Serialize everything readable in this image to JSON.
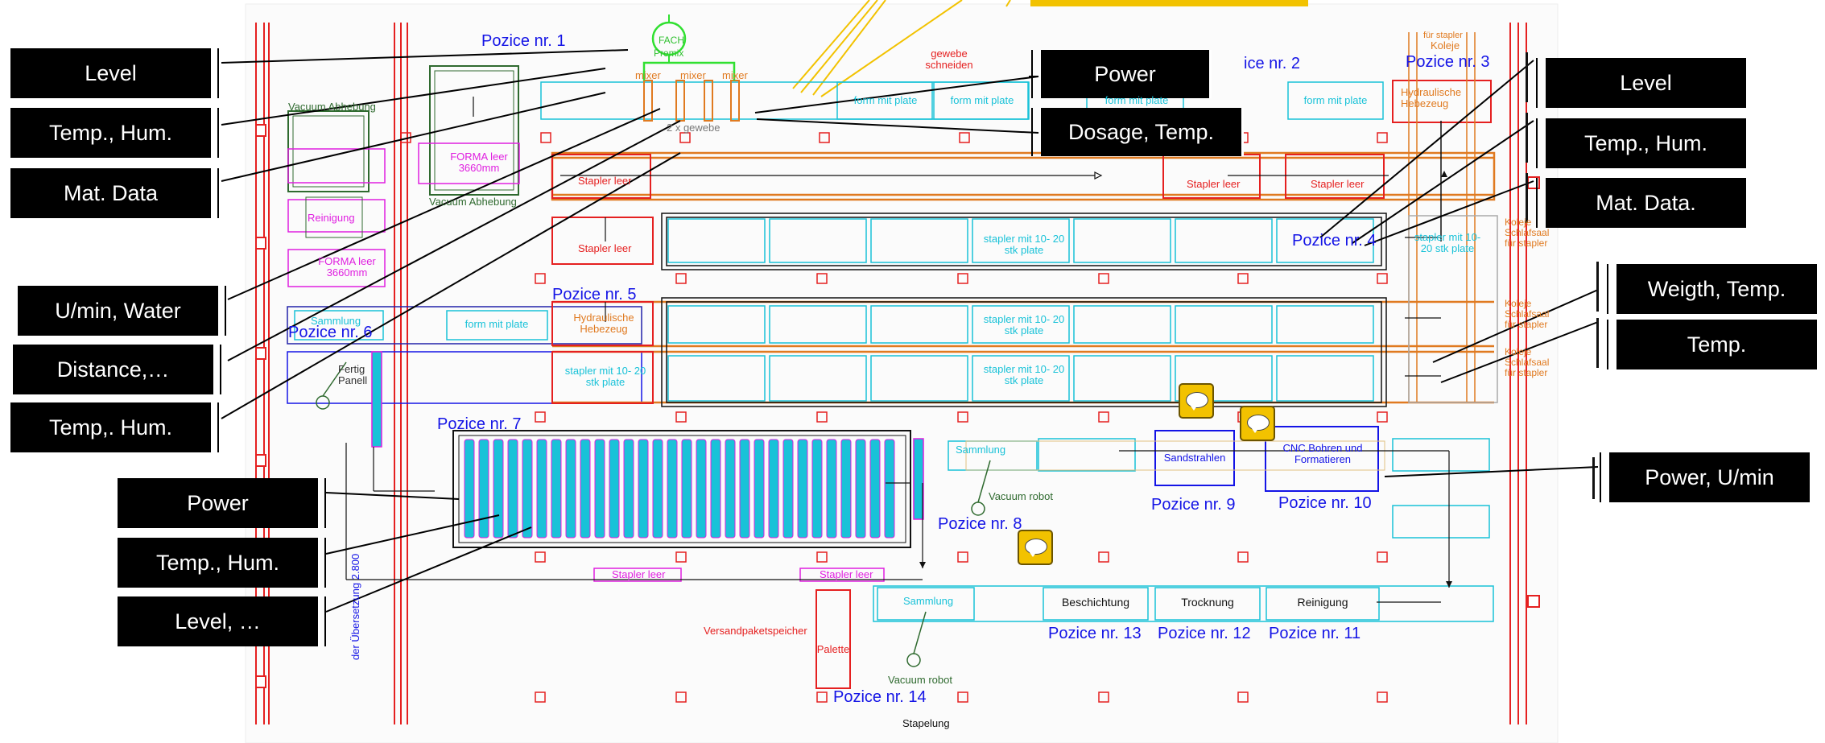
{
  "labels": {
    "left": [
      "Level",
      "Temp., Hum.",
      "Mat. Data",
      "U/min, Water",
      "Distance,…",
      "Temp,. Hum.",
      "Power",
      "Temp., Hum.",
      "Level, …"
    ],
    "center": [
      "Power",
      "Dosage, Temp."
    ],
    "right": [
      "Level",
      "Temp., Hum.",
      "Mat. Data.",
      "Weigth, Temp.",
      "Temp.",
      "Power, U/min"
    ]
  },
  "positions": {
    "p1": "Pozice nr. 1",
    "p2": "ice nr. 2",
    "p3": "Pozice nr. 3",
    "p4": "Pozice nr. 4",
    "p5": "Pozice nr. 5",
    "p6": "Pozice nr. 6",
    "p7": "Pozice nr. 7",
    "p8": "Pozice nr. 8",
    "p9": "Pozice nr. 9",
    "p10": "Pozice nr. 10",
    "p11": "Pozice nr. 11",
    "p12": "Pozice nr. 12",
    "p13": "Pozice nr. 13",
    "p14": "Pozice nr. 14"
  },
  "plan": {
    "fach": "FACH",
    "premix": "Premix",
    "mixer": "mixer",
    "gewebe_schneiden": "gewebe schneiden",
    "two_gewebe": "2 x gewebe",
    "form_mit_plate": "form mit plate",
    "form_mit_plate_partial": "form mit plate",
    "hydraulische_hebezeug": "Hydraulische Hebezeug",
    "fur_stapler": "für stapler",
    "koleje": "Koleje",
    "koleje_schlafsaal": "Koleje Schlafsaal für stapler",
    "vacuum_abhebung": "Vacuum Abhebung",
    "forma_leer": "FORMA leer 3660mm",
    "reinigung": "Reinigung",
    "sammlung": "Sammlung",
    "stapler_leer": "Stapler leer",
    "stapler_mit": "stapler mit 10- 20 stk plate",
    "fertig_panell": "Fertig Panell",
    "vacuum_robot": "Vacuum robot",
    "sandstrahlen": "Sandstrahlen",
    "cnc": "CNC Bohren und Formatieren",
    "beschichtung": "Beschichtung",
    "trocknung": "Trocknung",
    "versandpaketspeicher": "Versandpaketspeicher",
    "palette": "Palette",
    "stapelung": "Stapelung",
    "uebersetzung": "der Übersetzung 2.800"
  },
  "colors": {
    "label_bg": "#000000",
    "label_text": "#ffffff",
    "position_text": "#1414e6",
    "rail": "#e52020",
    "cyan": "#19c2d8",
    "orange": "#e07a20",
    "magenta": "#e020e0",
    "green": "#2f6a2f",
    "comment": "#f2c200",
    "callout": "#f2c200"
  },
  "icons": [
    "comment-icon",
    "arrow-icon",
    "pump-icon",
    "fach-premix-icon"
  ]
}
